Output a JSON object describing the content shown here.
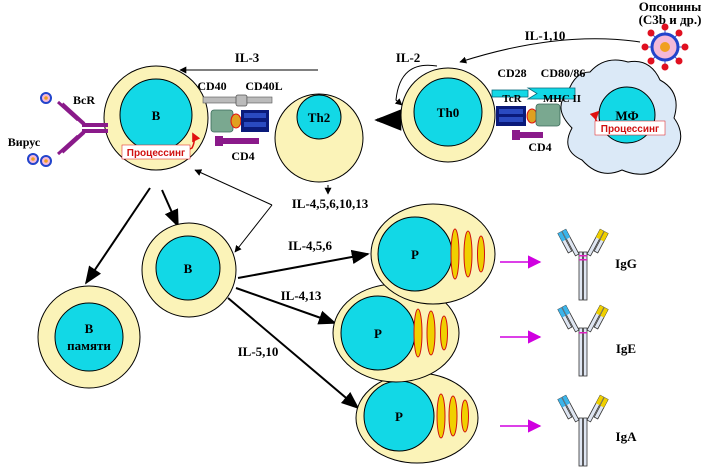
{
  "labels": {
    "opsonins_line1": "Опсонины",
    "opsonins_line2": "(C3b и др.)",
    "il_1_10": "IL-1,10",
    "il_2": "IL-2",
    "il_3": "IL-3",
    "bcr": "BcR",
    "virus": "Вирус",
    "cd40": "CD40",
    "cd40l": "CD40L",
    "cd4_left": "CD4",
    "cd4_right": "CD4",
    "cd28": "CD28",
    "cd80_86": "CD80/86",
    "tcr": "TcR",
    "mhc2": "MHC II",
    "il_4_5_6_10_13": "IL-4,5,6,10,13",
    "il_4_5_6": "IL-4,5,6",
    "il_4_13": "IL-4,13",
    "il_5_10": "IL-5,10",
    "igg": "IgG",
    "ige": "IgE",
    "iga": "IgA"
  },
  "cells": {
    "b_main": "B",
    "th2": "Th2",
    "th0": "Th0",
    "macrophage": "МФ",
    "b_second": "B",
    "memory_line1": "B",
    "memory_line2": "памяти",
    "plasma1": "P",
    "plasma2": "P",
    "plasma3": "P"
  },
  "processing": {
    "b_cell": "Процессинг",
    "macrophage": "Процессинг"
  },
  "colors": {
    "cell_fill": "#fbf3b8",
    "nucleus": "#12d8e6",
    "macrophage": "#dbe9f7",
    "antibody_blue": "#3bb4ea",
    "antibody_yellow": "#f0d000",
    "magenta_arrow": "#d000e0",
    "purple_receptor": "#8a1a8a",
    "navy": "#0a1a7a",
    "green_mhc": "#7aa890"
  }
}
